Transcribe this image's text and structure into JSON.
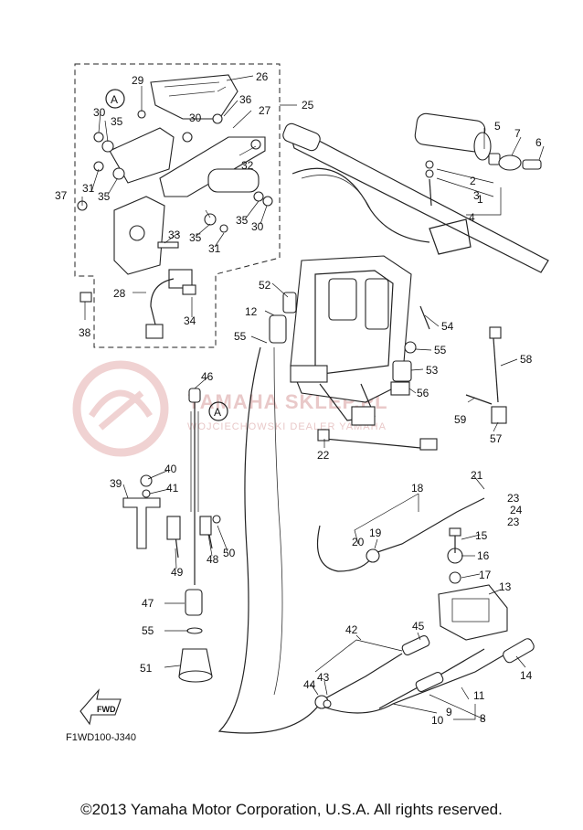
{
  "diagram": {
    "code": "F1WD100-J340",
    "fwd_label": "FWD",
    "circle_ref": "A",
    "watermark": {
      "title": "YAMAHA SKLEP.PL",
      "subtitle": "WOJCIECHOWSKI DEALER YAMAHA"
    },
    "copyright": "©2013 Yamaha Motor Corporation, U.S.A. All rights reserved.",
    "callouts": {
      "n1": "1",
      "n2": "2",
      "n3": "3",
      "n4": "4",
      "n5": "5",
      "n6": "6",
      "n7": "7",
      "n8": "8",
      "n9": "9",
      "n10": "10",
      "n11": "11",
      "n12": "12",
      "n13": "13",
      "n14": "14",
      "n15": "15",
      "n16": "16",
      "n17": "17",
      "n18": "18",
      "n19": "19",
      "n20": "20",
      "n21": "21",
      "n22": "22",
      "n23a": "23",
      "n23b": "23",
      "n24": "24",
      "n25": "25",
      "n26": "26",
      "n27": "27",
      "n28": "28",
      "n29": "29",
      "n30a": "30",
      "n30b": "30",
      "n30c": "30",
      "n31a": "31",
      "n31b": "31",
      "n32": "32",
      "n33": "33",
      "n34": "34",
      "n35a": "35",
      "n35b": "35",
      "n35c": "35",
      "n35d": "35",
      "n36": "36",
      "n37": "37",
      "n38": "38",
      "n39": "39",
      "n40": "40",
      "n41": "41",
      "n42": "42",
      "n43": "43",
      "n44": "44",
      "n45": "45",
      "n46": "46",
      "n47": "47",
      "n48": "48",
      "n49": "49",
      "n50": "50",
      "n51": "51",
      "n52": "52",
      "n53": "53",
      "n54": "54",
      "n55a": "55",
      "n55b": "55",
      "n55c": "55",
      "n56": "56",
      "n57": "57",
      "n58": "58",
      "n59": "59"
    }
  }
}
